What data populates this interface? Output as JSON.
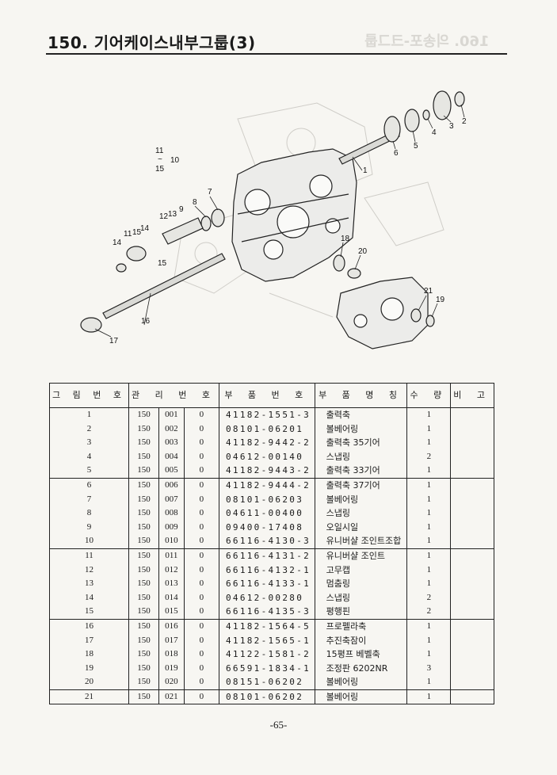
{
  "header": {
    "title": "150. 기어케이스내부그룹(3)",
    "ghost_text": "160. 의송포-크그룹"
  },
  "diagram": {
    "callouts": [
      "1",
      "2",
      "3",
      "4",
      "5",
      "6",
      "7",
      "8",
      "9",
      "10",
      "11",
      "12",
      "13",
      "14",
      "15",
      "16",
      "17",
      "18",
      "19",
      "20",
      "21"
    ],
    "range_label_top": "11",
    "range_label_tilde": "~",
    "range_label_bottom": "15",
    "range_label_group": "10",
    "callout_11b": "11",
    "callout_14b": "14",
    "callout_15b": "15"
  },
  "table": {
    "headers": {
      "fig_no": "그 림 번 호",
      "mgmt_no": "관 리 번 호",
      "part_no": "부 품 번 호",
      "part_name": "부 품 명 칭",
      "qty": "수 량",
      "remarks": "비 고"
    },
    "rows": [
      {
        "no": "1",
        "m1": "150",
        "m2": "001",
        "m3": "0",
        "pn": "41182-1551-3",
        "name": "출력축",
        "qty": "1"
      },
      {
        "no": "2",
        "m1": "150",
        "m2": "002",
        "m3": "0",
        "pn": "08101-06201",
        "name": "볼베어링",
        "qty": "1"
      },
      {
        "no": "3",
        "m1": "150",
        "m2": "003",
        "m3": "0",
        "pn": "41182-9442-2",
        "name": "출력축 35기어",
        "qty": "1"
      },
      {
        "no": "4",
        "m1": "150",
        "m2": "004",
        "m3": "0",
        "pn": "04612-00140",
        "name": "스냅링",
        "qty": "2"
      },
      {
        "no": "5",
        "m1": "150",
        "m2": "005",
        "m3": "0",
        "pn": "41182-9443-2",
        "name": "출력축 33기어",
        "qty": "1"
      },
      {
        "no": "6",
        "m1": "150",
        "m2": "006",
        "m3": "0",
        "pn": "41182-9444-2",
        "name": "출력축 37기어",
        "qty": "1"
      },
      {
        "no": "7",
        "m1": "150",
        "m2": "007",
        "m3": "0",
        "pn": "08101-06203",
        "name": "볼베어링",
        "qty": "1"
      },
      {
        "no": "8",
        "m1": "150",
        "m2": "008",
        "m3": "0",
        "pn": "04611-00400",
        "name": "스냅링",
        "qty": "1"
      },
      {
        "no": "9",
        "m1": "150",
        "m2": "009",
        "m3": "0",
        "pn": "09400-17408",
        "name": "오일시일",
        "qty": "1"
      },
      {
        "no": "10",
        "m1": "150",
        "m2": "010",
        "m3": "0",
        "pn": "66116-4130-3",
        "name": "유니버샬 조인트조합",
        "qty": "1"
      },
      {
        "no": "11",
        "m1": "150",
        "m2": "011",
        "m3": "0",
        "pn": "66116-4131-2",
        "name": "유니버샬 조인트",
        "qty": "1"
      },
      {
        "no": "12",
        "m1": "150",
        "m2": "012",
        "m3": "0",
        "pn": "66116-4132-1",
        "name": "고무캡",
        "qty": "1"
      },
      {
        "no": "13",
        "m1": "150",
        "m2": "013",
        "m3": "0",
        "pn": "66116-4133-1",
        "name": "멈춤링",
        "qty": "1"
      },
      {
        "no": "14",
        "m1": "150",
        "m2": "014",
        "m3": "0",
        "pn": "04612-00280",
        "name": "스냅링",
        "qty": "2"
      },
      {
        "no": "15",
        "m1": "150",
        "m2": "015",
        "m3": "0",
        "pn": "66116-4135-3",
        "name": "평행핀",
        "qty": "2"
      },
      {
        "no": "16",
        "m1": "150",
        "m2": "016",
        "m3": "0",
        "pn": "41182-1564-5",
        "name": "프로펠라축",
        "qty": "1"
      },
      {
        "no": "17",
        "m1": "150",
        "m2": "017",
        "m3": "0",
        "pn": "41182-1565-1",
        "name": "추진축잠이",
        "qty": "1"
      },
      {
        "no": "18",
        "m1": "150",
        "m2": "018",
        "m3": "0",
        "pn": "41122-1581-2",
        "name": "15평프 베벨축",
        "qty": "1"
      },
      {
        "no": "19",
        "m1": "150",
        "m2": "019",
        "m3": "0",
        "pn": "66591-1834-1",
        "name": "조정판 6202NR",
        "qty": "3"
      },
      {
        "no": "20",
        "m1": "150",
        "m2": "020",
        "m3": "0",
        "pn": "08151-06202",
        "name": "볼베어링",
        "qty": "1"
      },
      {
        "no": "21",
        "m1": "150",
        "m2": "021",
        "m3": "0",
        "pn": "08101-06202",
        "name": "볼베어링",
        "qty": "1"
      }
    ]
  },
  "footer": {
    "page_number": "-65-"
  }
}
